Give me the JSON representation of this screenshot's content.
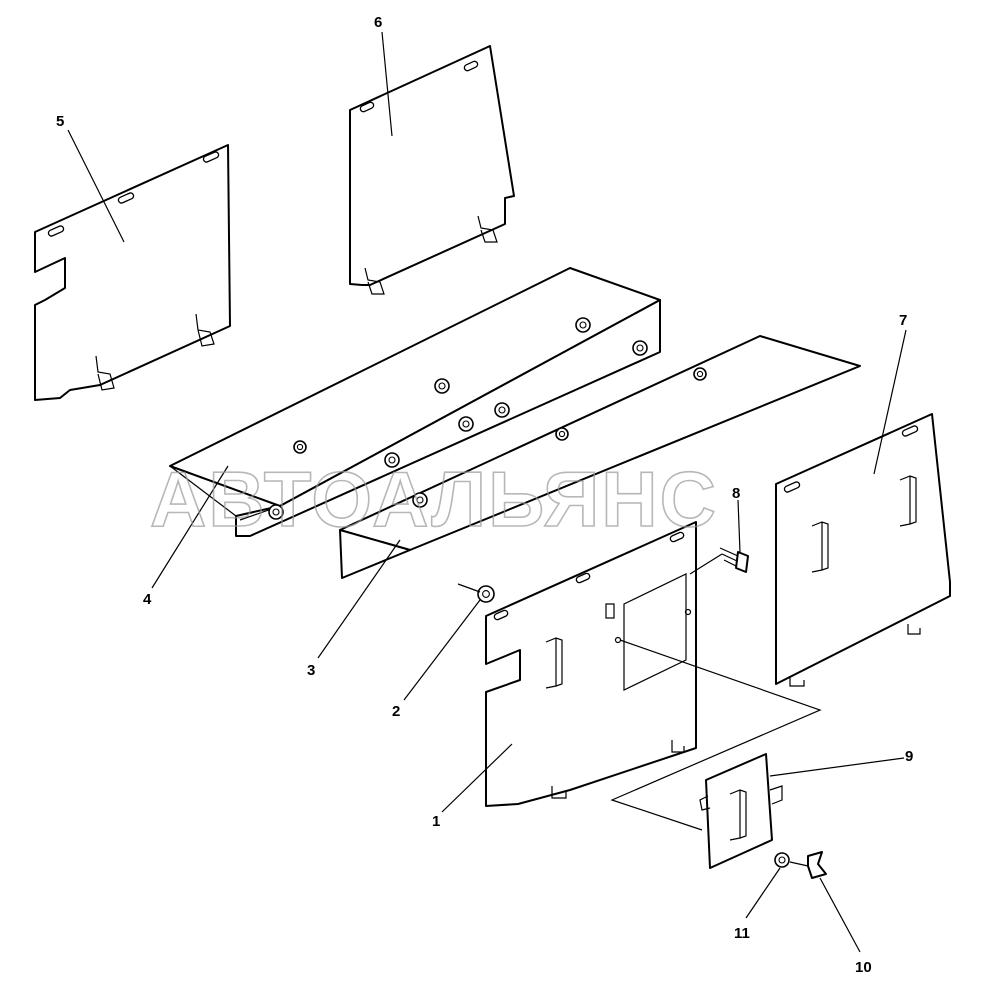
{
  "watermark": "АВТОАЛЬЯНС",
  "callouts": [
    "1",
    "2",
    "3",
    "4",
    "5",
    "6",
    "7",
    "8",
    "9",
    "10",
    "11"
  ],
  "colors": {
    "line": "#000000",
    "background": "#ffffff",
    "watermark": "#9a9a9a"
  }
}
